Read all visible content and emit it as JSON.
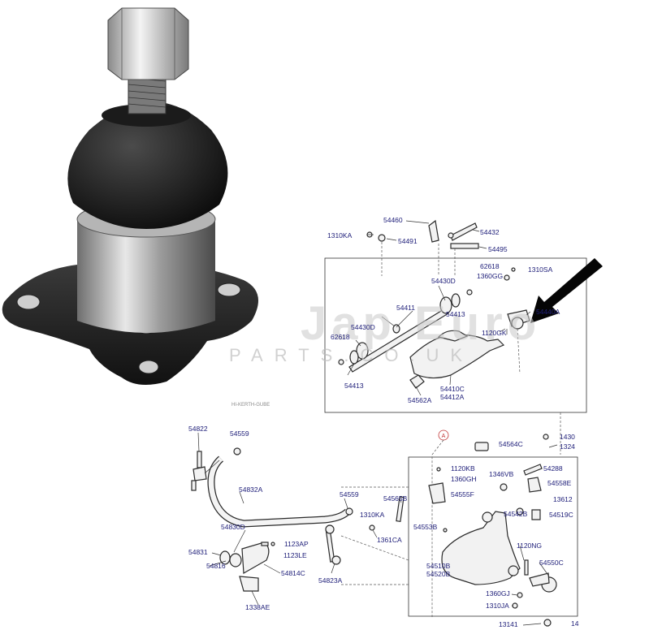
{
  "photo_caption": "HI-KERTH-GUBE",
  "watermark": {
    "main": "Jap Euro",
    "sub": "PARTS.CO.UK"
  },
  "section_marker": "A",
  "labels": [
    {
      "key": "l54460",
      "text": "54460"
    },
    {
      "key": "l1310KA_a",
      "text": "1310KA"
    },
    {
      "key": "l54491",
      "text": "54491"
    },
    {
      "key": "l54432",
      "text": "54432"
    },
    {
      "key": "l54495",
      "text": "54495"
    },
    {
      "key": "l62618_a",
      "text": "62618"
    },
    {
      "key": "l1310SA",
      "text": "1310SA"
    },
    {
      "key": "l1360GG",
      "text": "1360GG"
    },
    {
      "key": "l54430D_a",
      "text": "54430D"
    },
    {
      "key": "l54411",
      "text": "54411"
    },
    {
      "key": "l54413_a",
      "text": "54413"
    },
    {
      "key": "l54440A",
      "text": "54440A"
    },
    {
      "key": "l1120GK",
      "text": "1120GK"
    },
    {
      "key": "l54430D_b",
      "text": "54430D"
    },
    {
      "key": "l62618_b",
      "text": "62618"
    },
    {
      "key": "l54413_b",
      "text": "54413"
    },
    {
      "key": "l54562A",
      "text": "54562A"
    },
    {
      "key": "l54410C",
      "text": "54410C"
    },
    {
      "key": "l54412A",
      "text": "54412A"
    },
    {
      "key": "l1430",
      "text": "1430"
    },
    {
      "key": "l1324",
      "text": "1324"
    },
    {
      "key": "l54822",
      "text": "54822"
    },
    {
      "key": "l54559_a",
      "text": "54559"
    },
    {
      "key": "l54564C",
      "text": "54564C"
    },
    {
      "key": "l54832A",
      "text": "54832A"
    },
    {
      "key": "l1120KB",
      "text": "1120KB"
    },
    {
      "key": "l1360GH",
      "text": "1360GH"
    },
    {
      "key": "l1346VB",
      "text": "1346VB"
    },
    {
      "key": "l54288",
      "text": "54288"
    },
    {
      "key": "l54558E",
      "text": "54558E"
    },
    {
      "key": "l54555F",
      "text": "54555F"
    },
    {
      "key": "l13612",
      "text": "13612"
    },
    {
      "key": "l54559_b",
      "text": "54559"
    },
    {
      "key": "l54565B",
      "text": "54565B"
    },
    {
      "key": "l1310KA_b",
      "text": "1310KA"
    },
    {
      "key": "l54542B",
      "text": "54542B"
    },
    {
      "key": "l54519C",
      "text": "54519C"
    },
    {
      "key": "l54830D",
      "text": "54830D"
    },
    {
      "key": "l54553B",
      "text": "54553B"
    },
    {
      "key": "l1123AP",
      "text": "1123AP"
    },
    {
      "key": "l1361CA",
      "text": "1361CA"
    },
    {
      "key": "l1120NG",
      "text": "1120NG"
    },
    {
      "key": "l54831",
      "text": "54831"
    },
    {
      "key": "l1123LE",
      "text": "1123LE"
    },
    {
      "key": "l54816",
      "text": "54816"
    },
    {
      "key": "l54510B",
      "text": "54510B"
    },
    {
      "key": "l54520B",
      "text": "54520B"
    },
    {
      "key": "l54550C",
      "text": "54550C"
    },
    {
      "key": "l54814C",
      "text": "54814C"
    },
    {
      "key": "l54823A",
      "text": "54823A"
    },
    {
      "key": "l1338AE",
      "text": "1338AE"
    },
    {
      "key": "l1360GJ",
      "text": "1360GJ"
    },
    {
      "key": "l1310JA",
      "text": "1310JA"
    },
    {
      "key": "l13141",
      "text": "13141"
    },
    {
      "key": "l14",
      "text": "14"
    }
  ]
}
